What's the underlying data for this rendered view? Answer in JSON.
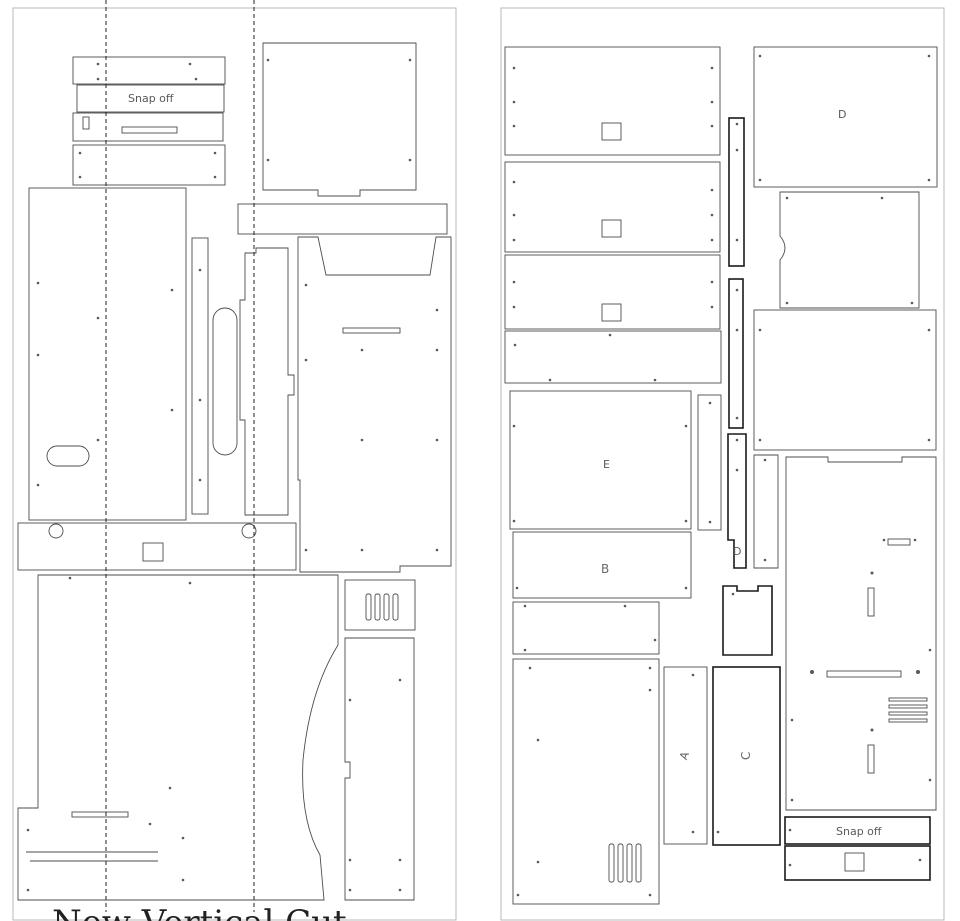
{
  "labels": {
    "snap_off_left": "Snap off",
    "snap_off_right": "Snap off",
    "part_b": "B",
    "part_c": "C",
    "part_a": "A",
    "part_d": "D",
    "part_e": "E",
    "part_d2": "D",
    "footer_text": "New Vertical Cut"
  }
}
